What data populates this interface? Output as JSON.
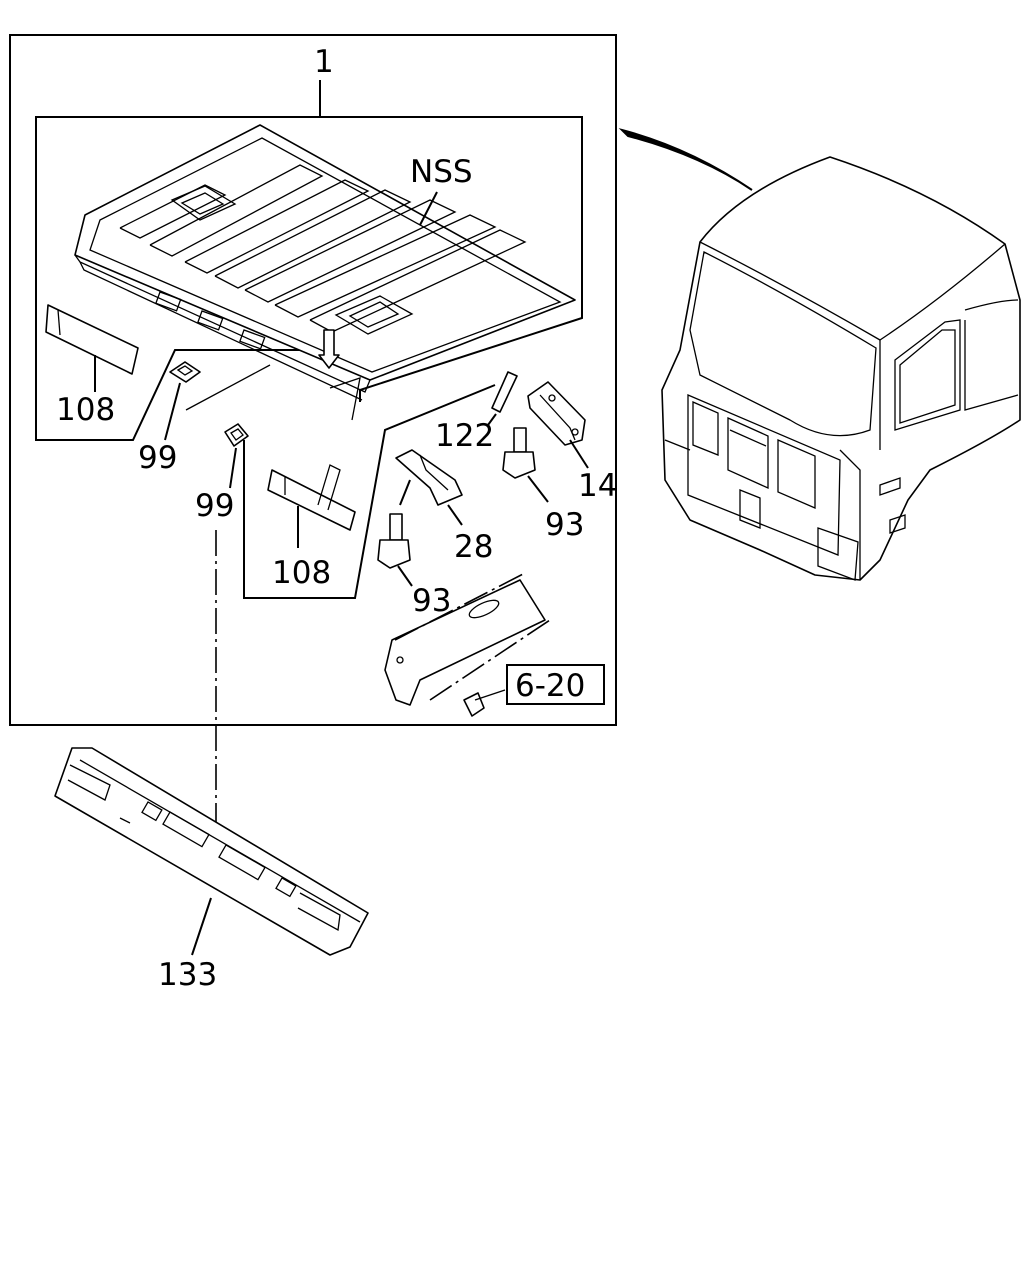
{
  "callouts": {
    "c1": "1",
    "nss": "NSS",
    "c108a": "108",
    "c99a": "99",
    "c99b": "99",
    "c108b": "108",
    "c122": "122",
    "c14": "14",
    "c93a": "93",
    "c28": "28",
    "c93b": "93",
    "ref": "6-20",
    "c133": "133"
  },
  "colors": {
    "line": "#000000",
    "background": "#ffffff"
  }
}
